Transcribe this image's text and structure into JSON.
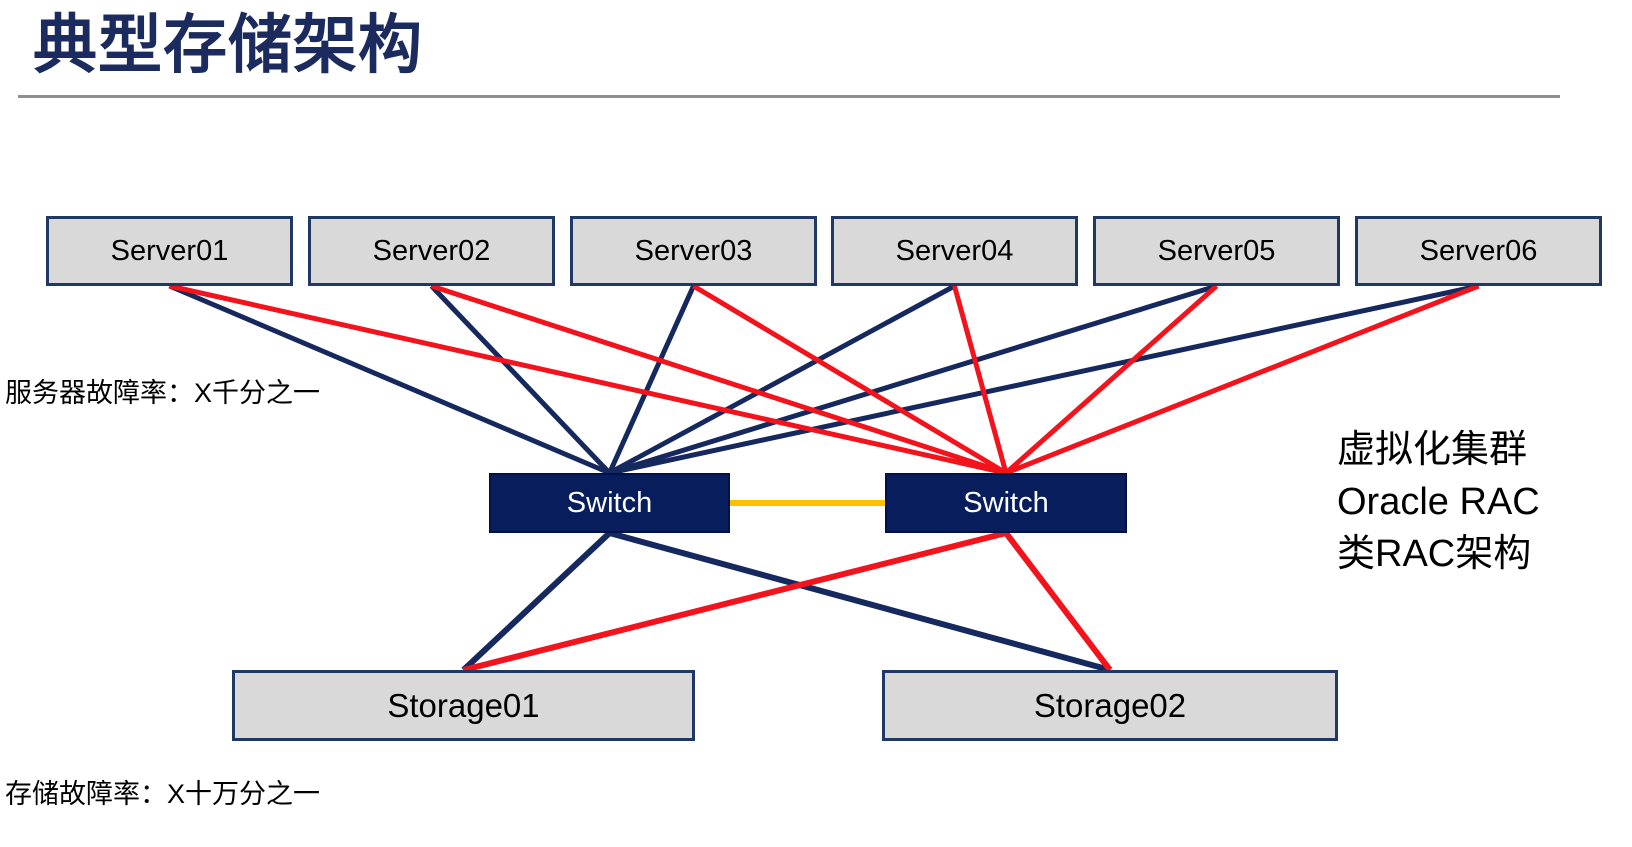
{
  "title": "典型存储架构",
  "notes": {
    "server_failure_rate": "服务器故障率：X千分之一",
    "storage_failure_rate": "存储故障率：X十万分之一"
  },
  "annotation": {
    "lines": [
      "虚拟化集群",
      "Oracle RAC",
      "类RAC架构"
    ]
  },
  "nodes": {
    "servers": [
      {
        "id": "server1",
        "label": "Server01"
      },
      {
        "id": "server2",
        "label": "Server02"
      },
      {
        "id": "server3",
        "label": "Server03"
      },
      {
        "id": "server4",
        "label": "Server04"
      },
      {
        "id": "server5",
        "label": "Server05"
      },
      {
        "id": "server6",
        "label": "Server06"
      }
    ],
    "switches": [
      {
        "id": "switch1",
        "label": "Switch"
      },
      {
        "id": "switch2",
        "label": "Switch"
      }
    ],
    "storages": [
      {
        "id": "storage1",
        "label": "Storage01"
      },
      {
        "id": "storage2",
        "label": "Storage02"
      }
    ]
  },
  "colors": {
    "navy": "#16295E",
    "red": "#F2131C",
    "yellow": "#FFC000",
    "title_navy": "#1C2B5E",
    "box_fill": "#D9D9D9",
    "box_border": "#1F3864",
    "switch_fill": "#081E5C",
    "rule_gray": "#8F8F8F"
  },
  "edges": [
    {
      "from": "server1",
      "fromSide": "bottom",
      "to": "switch1",
      "toSide": "top",
      "color": "navy",
      "width": 5
    },
    {
      "from": "server2",
      "fromSide": "bottom",
      "to": "switch1",
      "toSide": "top",
      "color": "navy",
      "width": 5
    },
    {
      "from": "server3",
      "fromSide": "bottom",
      "to": "switch1",
      "toSide": "top",
      "color": "navy",
      "width": 5
    },
    {
      "from": "server4",
      "fromSide": "bottom",
      "to": "switch1",
      "toSide": "top",
      "color": "navy",
      "width": 5
    },
    {
      "from": "server5",
      "fromSide": "bottom",
      "to": "switch1",
      "toSide": "top",
      "color": "navy",
      "width": 5
    },
    {
      "from": "server6",
      "fromSide": "bottom",
      "to": "switch1",
      "toSide": "top",
      "color": "navy",
      "width": 5
    },
    {
      "from": "server1",
      "fromSide": "bottom",
      "to": "switch2",
      "toSide": "top",
      "color": "red",
      "width": 5
    },
    {
      "from": "server2",
      "fromSide": "bottom",
      "to": "switch2",
      "toSide": "top",
      "color": "red",
      "width": 5
    },
    {
      "from": "server3",
      "fromSide": "bottom",
      "to": "switch2",
      "toSide": "top",
      "color": "red",
      "width": 5
    },
    {
      "from": "server4",
      "fromSide": "bottom",
      "to": "switch2",
      "toSide": "top",
      "color": "red",
      "width": 5
    },
    {
      "from": "server5",
      "fromSide": "bottom",
      "to": "switch2",
      "toSide": "top",
      "color": "red",
      "width": 5
    },
    {
      "from": "server6",
      "fromSide": "bottom",
      "to": "switch2",
      "toSide": "top",
      "color": "red",
      "width": 5
    },
    {
      "from": "switch1",
      "fromSide": "bottom",
      "to": "storage1",
      "toSide": "top",
      "color": "navy",
      "width": 6
    },
    {
      "from": "switch1",
      "fromSide": "bottom",
      "to": "storage2",
      "toSide": "top",
      "color": "navy",
      "width": 6
    },
    {
      "from": "switch2",
      "fromSide": "bottom",
      "to": "storage1",
      "toSide": "top",
      "color": "red",
      "width": 6
    },
    {
      "from": "switch2",
      "fromSide": "bottom",
      "to": "storage2",
      "toSide": "top",
      "color": "red",
      "width": 6
    },
    {
      "from": "switch1",
      "fromSide": "right",
      "to": "switch2",
      "toSide": "left",
      "color": "yellow",
      "width": 6
    }
  ]
}
